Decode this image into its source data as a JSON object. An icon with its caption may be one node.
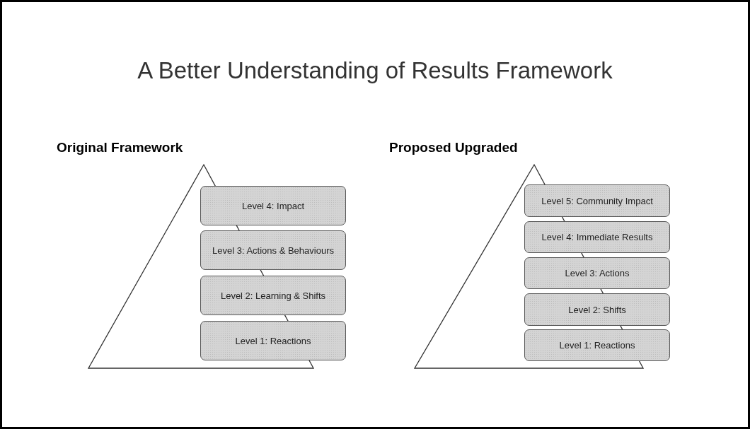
{
  "diagram": {
    "title": "A Better Understanding of Results Framework",
    "nodes": [
      {
        "text": [
          "Original Framework"
        ]
      },
      {
        "text": [
          "Level 4: Impact"
        ]
      },
      {
        "text": [
          "Level 3: Actions & Behaviours"
        ]
      },
      {
        "text": [
          "Level 2: Learning & Shifts"
        ]
      },
      {
        "text": [
          "Level 1: Reactions"
        ]
      },
      {
        "text": [
          "Proposed Upgraded"
        ]
      },
      {
        "text": [
          "Level 5: Community Impact"
        ]
      },
      {
        "text": [
          "Level 4: Immediate Results"
        ]
      },
      {
        "text": [
          "Level 3: Actions"
        ]
      },
      {
        "text": [
          "Level 2: Shifts"
        ]
      },
      {
        "text": [
          "Level 1: Reactions"
        ]
      }
    ]
  }
}
